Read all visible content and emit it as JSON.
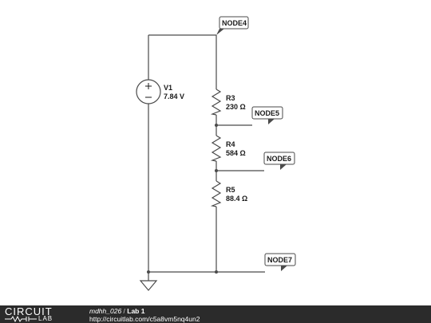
{
  "circuit": {
    "source": {
      "name": "V1",
      "value": "7.84 V"
    },
    "resistors": [
      {
        "name": "R3",
        "value": "230 Ω"
      },
      {
        "name": "R4",
        "value": "584 Ω"
      },
      {
        "name": "R5",
        "value": "88.4 Ω"
      }
    ],
    "nodes": [
      "NODE4",
      "NODE5",
      "NODE6",
      "NODE7"
    ]
  },
  "footer": {
    "logo_top": "CIRCUIT",
    "logo_bottom": "LAB",
    "user": "mdhh_026",
    "separator": " / ",
    "title": "Lab 1",
    "url": "http://circuitlab.com/c5a8vm5nq4un2"
  },
  "colors": {
    "wire": "#4a4a4a",
    "footer_bg": "#2b2b2b"
  }
}
